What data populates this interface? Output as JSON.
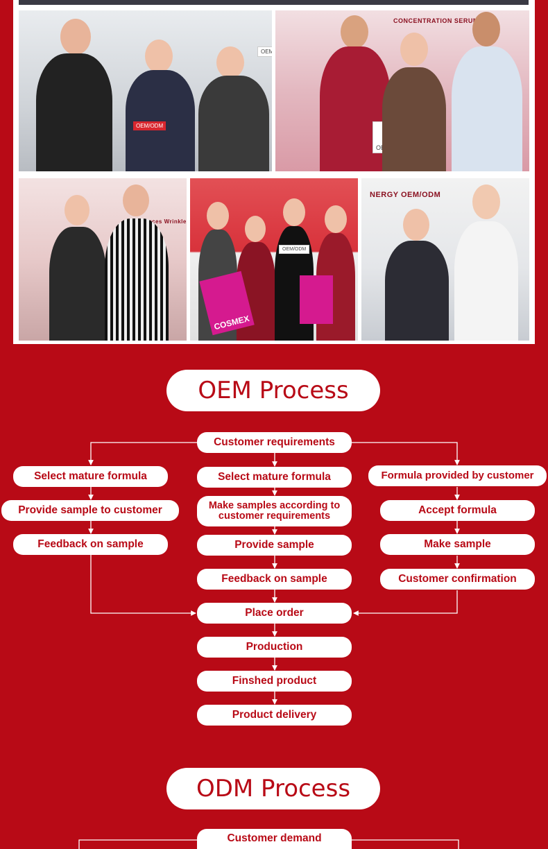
{
  "gallery": {
    "photos": [
      {
        "id": "expo-photo-1",
        "tags": [
          "OEM/ODM"
        ],
        "sign": "OEM"
      },
      {
        "id": "expo-photo-2",
        "tags": [
          "OEM/ODM"
        ],
        "sign": "CONCENTRATION SERUM"
      },
      {
        "id": "expo-photo-3",
        "tags": [],
        "sign": "Reduces Wrinkle"
      },
      {
        "id": "expo-photo-4",
        "tags": [
          "OEM/ODM"
        ],
        "sign": "COSMEX"
      },
      {
        "id": "expo-photo-5",
        "tags": [],
        "sign": "NERGY  OEM/ODM"
      }
    ]
  },
  "oem": {
    "title": "OEM Process",
    "top": "Customer requirements",
    "left": [
      "Select mature formula",
      "Provide sample to customer",
      "Feedback on sample"
    ],
    "middle": [
      "Select mature formula",
      "Make samples according to customer requirements",
      "Provide sample",
      "Feedback on sample"
    ],
    "right": [
      "Formula provided by customer",
      "Accept formula",
      "Make sample",
      "Customer confirmation"
    ],
    "bottom": [
      "Place order",
      "Production",
      "Finshed product",
      "Product delivery"
    ]
  },
  "odm": {
    "title": "ODM Process",
    "top": "Customer demand"
  },
  "colors": {
    "background": "#b80a16",
    "box": "#ffffff",
    "text": "#b80a16"
  }
}
